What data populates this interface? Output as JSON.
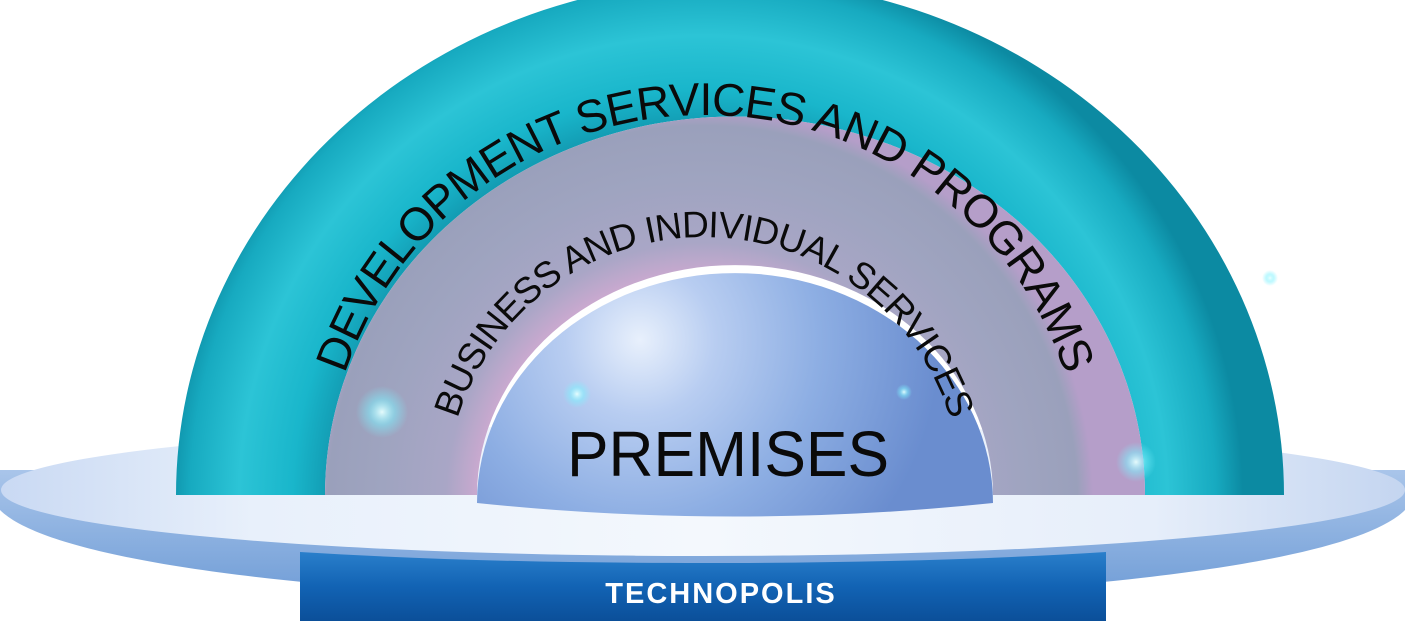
{
  "diagram": {
    "layers": [
      {
        "id": "outer",
        "label": "DEVELOPMENT SERVICES AND PROGRAMS",
        "color": "#17b3c6"
      },
      {
        "id": "middle",
        "label": "BUSINESS AND INDIVIDUAL SERVICES",
        "color": "#9fa4c0"
      },
      {
        "id": "core",
        "label": "PREMISES",
        "color": "#7d9ed8"
      }
    ],
    "base": {
      "label": "TECHNOPOLIS",
      "color": "#1263b4"
    }
  }
}
